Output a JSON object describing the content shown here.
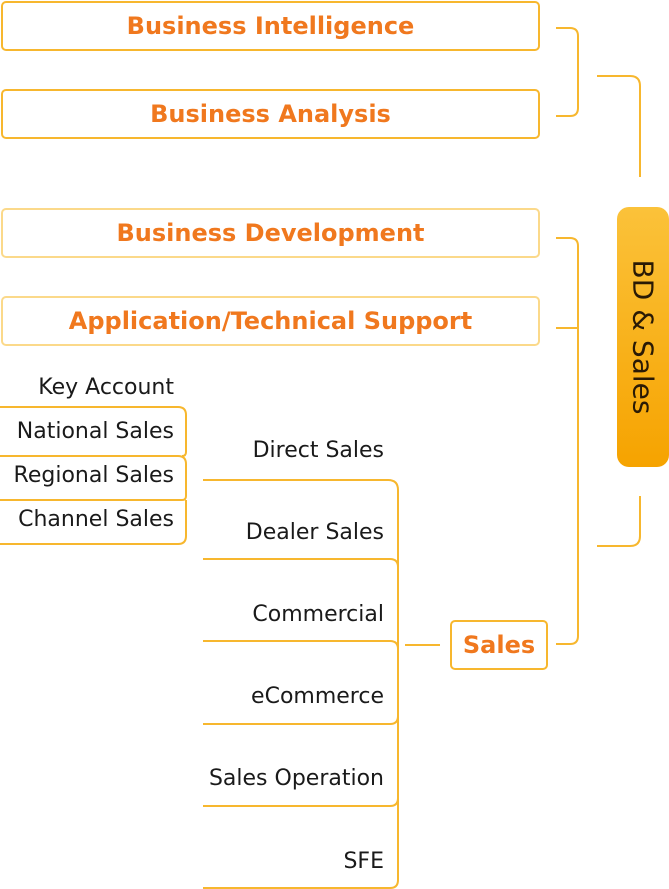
{
  "root": {
    "label": "BD & Sales"
  },
  "branches": {
    "business_intelligence": "Business Intelligence",
    "business_analysis": "Business Analysis",
    "business_development": "Business Development",
    "application_technical_support": "Application/Technical Support",
    "sales": "Sales"
  },
  "sales_children": [
    "Direct Sales",
    "Dealer Sales",
    "Commercial",
    "eCommerce",
    "Sales Operation",
    "SFE"
  ],
  "direct_sales_children": [
    "Key Account",
    "National Sales",
    "Regional Sales",
    "Channel Sales"
  ],
  "colors": {
    "accent": "#f7b72e",
    "text_accent": "#f0781e",
    "root_fill": "#f6a300"
  }
}
